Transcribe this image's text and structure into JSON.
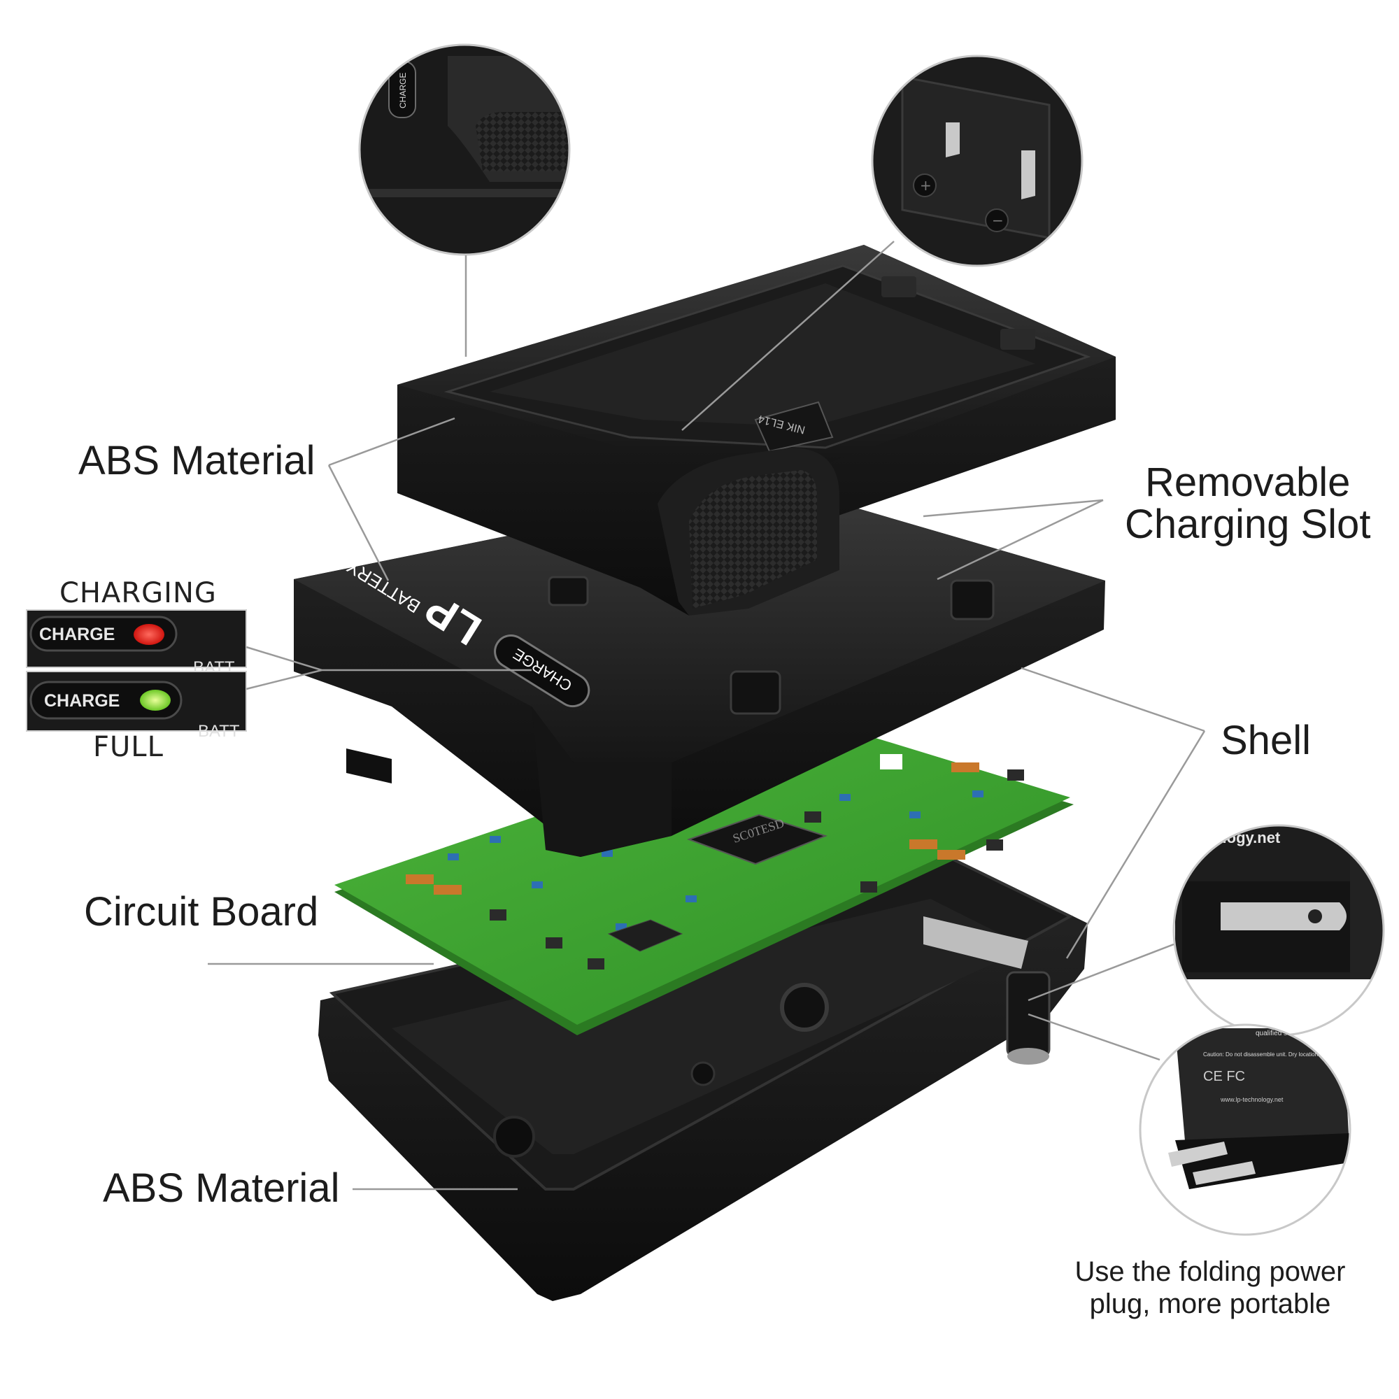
{
  "labels": {
    "abs_material_top": "ABS Material",
    "removable_slot": [
      "Removable",
      "Charging Slot"
    ],
    "shell": "Shell",
    "circuit_board": "Circuit Board",
    "abs_material_bottom": "ABS Material",
    "charging": "CHARGING",
    "full": "FULL",
    "plug_note": [
      "Use the folding power",
      "plug, more portable"
    ]
  },
  "device_text": {
    "brand": "LP",
    "battery_charger": "BATTERY CHARGER",
    "charge_button": "CHARGE",
    "indicator_charge": "CHARGE",
    "indicator_charge_2": "CHARGE",
    "batt_fragment": "BATT",
    "slot_mark": "NIK EL14",
    "chip_text": "SC0TESD",
    "plug_site": "chnology.net",
    "plug_site_small": "www.lp-technology.net",
    "caution": "Caution: Do not disassemble unit. Dry location use only.",
    "service": "qualified service agent.",
    "cert": "CE FC"
  },
  "colors": {
    "led_charging": "#e8211d",
    "led_full": "#8fe03a",
    "pcb": "#3a9e2e",
    "plastic": "#1f1f1f"
  }
}
